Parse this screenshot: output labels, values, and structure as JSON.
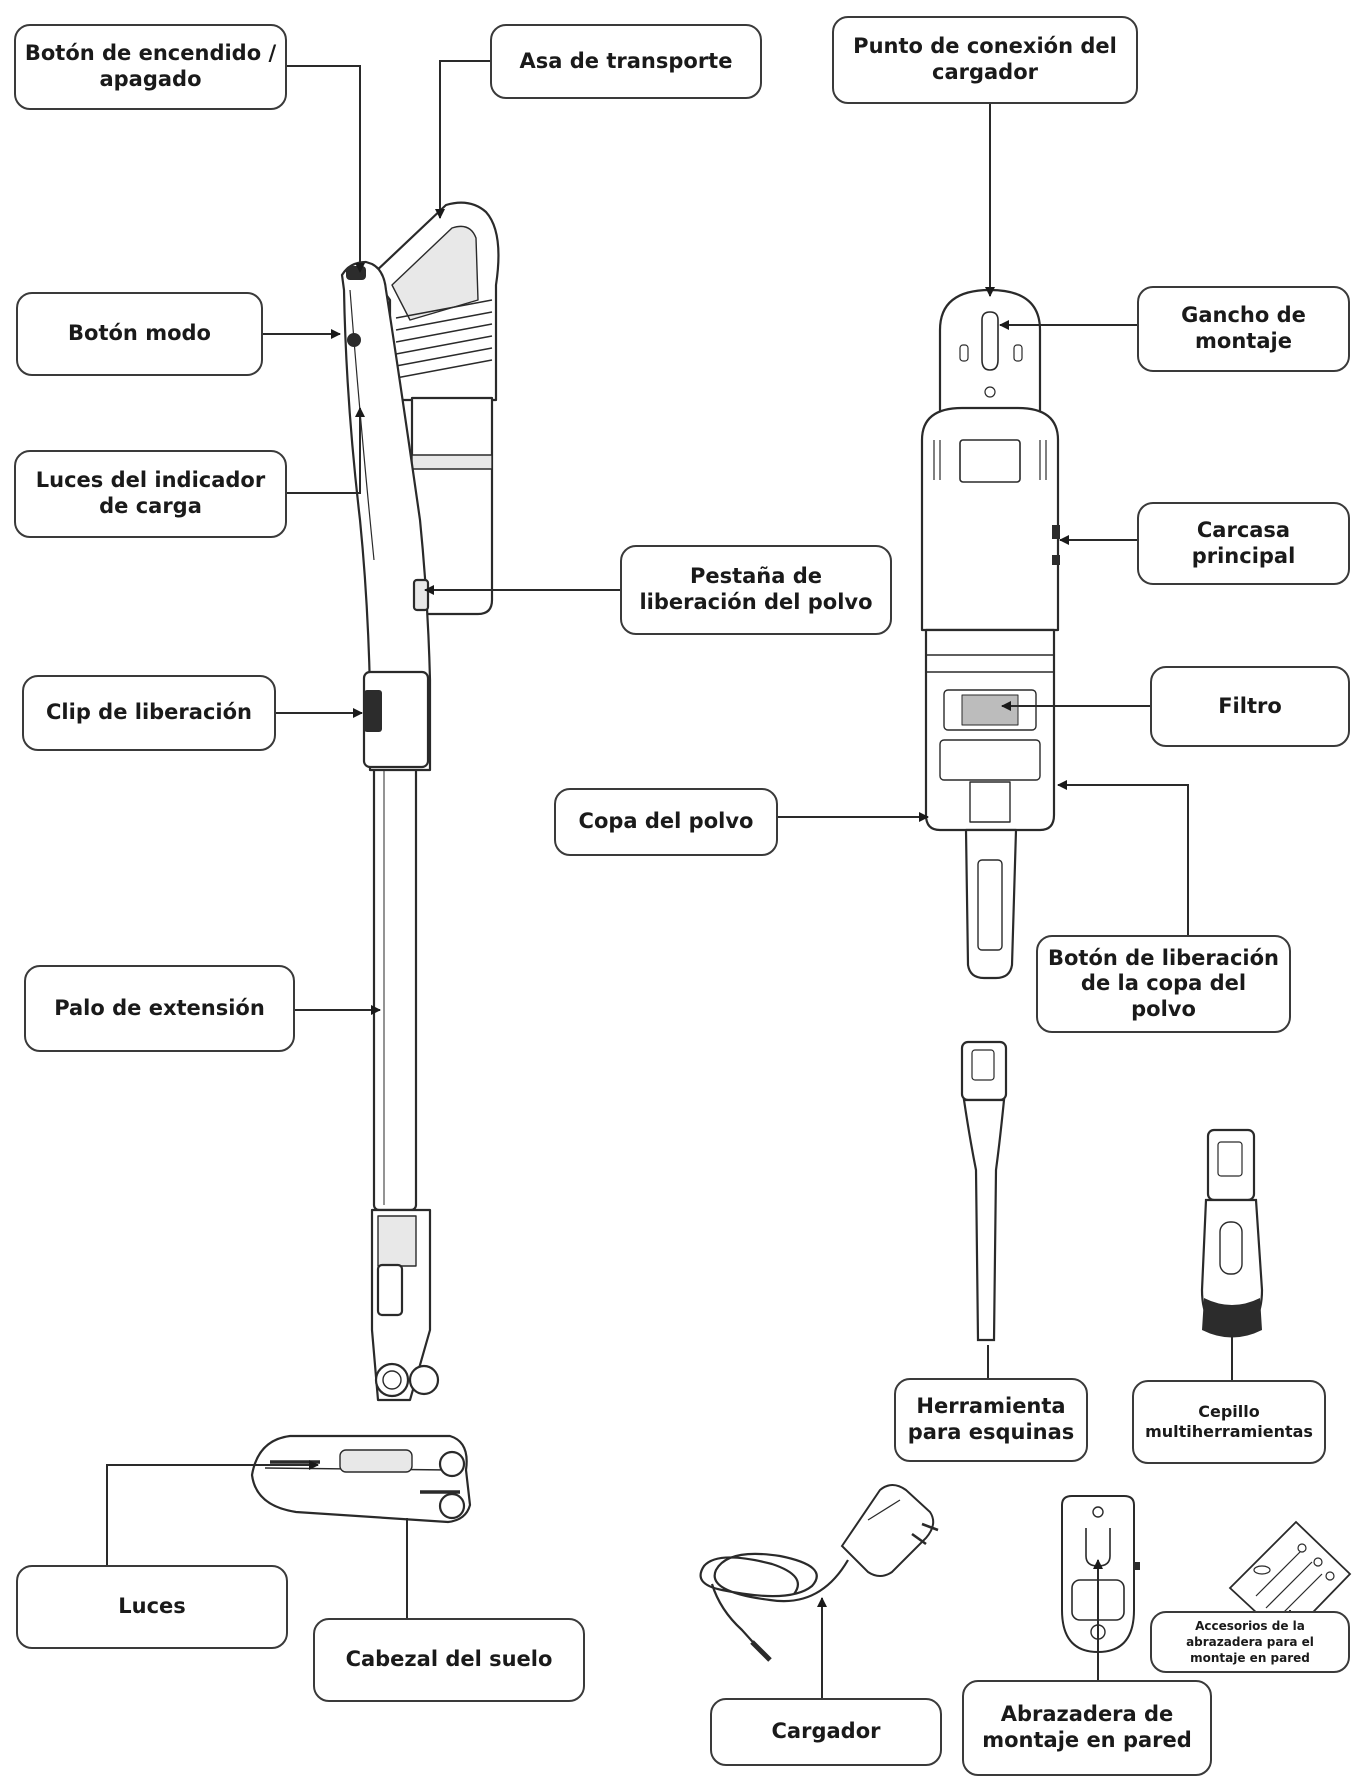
{
  "labels": {
    "power_button": "Botón de encendido / apagado",
    "carry_handle": "Asa de transporte",
    "charger_port": "Punto de conexión del cargador",
    "mode_button": "Botón modo",
    "mount_hook": "Gancho de montaje",
    "charge_lights": "Luces del indicador de carga",
    "main_body": "Carcasa principal",
    "dust_release_tab": "Pestaña de liberación del polvo",
    "release_clip": "Clip de liberación",
    "filter": "Filtro",
    "dust_cup": "Copa del polvo",
    "dust_cup_release": "Botón de liberación de la copa del polvo",
    "extension_wand": "Palo de extensión",
    "crevice_tool": "Herramienta para esquinas",
    "multi_brush": "Cepillo multiherramientas",
    "lights": "Luces",
    "floor_head": "Cabezal del suelo",
    "wall_accessories": "Accesorios de la abrazadera para el montaje en pared",
    "charger": "Cargador",
    "wall_bracket": "Abrazadera de montaje en pared"
  },
  "colors": {
    "line": "#2a2a2a",
    "box_border": "#3a3a3a",
    "fill": "#ffffff",
    "text": "#1a1a1a",
    "dark": "#2c2c2c"
  }
}
